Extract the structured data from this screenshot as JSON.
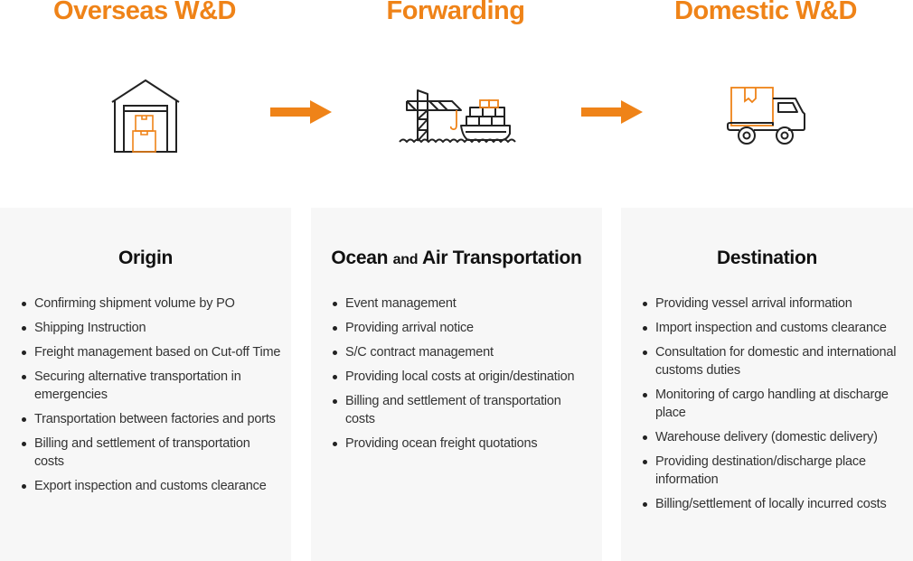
{
  "stages": [
    {
      "title": "Overseas W&D",
      "icon": "warehouse-icon"
    },
    {
      "title": "Forwarding",
      "icon": "crane-ship-icon"
    },
    {
      "title": "Domestic W&D",
      "icon": "delivery-truck-icon"
    }
  ],
  "arrows": [
    "arrow-right-icon",
    "arrow-right-icon"
  ],
  "colors": {
    "accent": "#ef8318",
    "panel_bg": "#f7f7f7",
    "line": "#222222"
  },
  "panels": [
    {
      "title": "Origin",
      "items": [
        "Confirming shipment volume by PO",
        "Shipping Instruction",
        "Freight management based on Cut-off Time",
        "Securing alternative transportation in emergencies",
        "Transportation between factories and ports",
        "Billing and settlement of transportation costs",
        "Export inspection and customs clearance"
      ]
    },
    {
      "title_part1": "Ocean",
      "title_part2": "and",
      "title_part3": "Air Transportation",
      "items": [
        "Event management",
        "Providing arrival notice",
        "S/C contract management",
        "Providing local costs at origin/destination",
        "Billing and settlement of transportation costs",
        "Providing ocean freight quotations"
      ]
    },
    {
      "title": "Destination",
      "items": [
        "Providing vessel arrival information",
        "Import inspection and customs clearance",
        "Consultation for domestic and international customs duties",
        "Monitoring of cargo handling at discharge place",
        "Warehouse delivery (domestic delivery)",
        "Providing destination/discharge place information",
        "Billing/settlement of locally incurred costs"
      ]
    }
  ]
}
